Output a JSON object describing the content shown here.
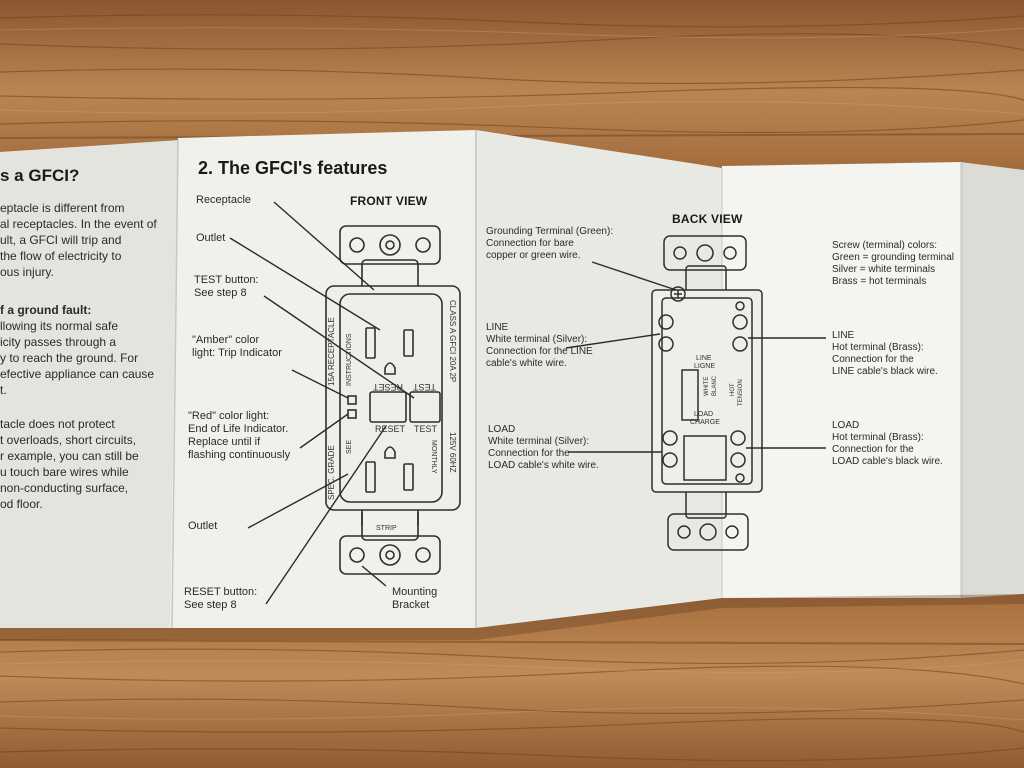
{
  "colors": {
    "wood_light": "#b27d4e",
    "wood_dark": "#7a4a24",
    "paper": "#eeeeea",
    "ink": "#2a2a2a"
  },
  "left_panel": {
    "heading": "s a GFCI?",
    "para1": [
      "eptacle is different from",
      "al receptacles. In the event of",
      "ult, a GFCI will trip and",
      "the flow of electricity to",
      "ous injury."
    ],
    "subhead": "f a ground fault:",
    "para2": [
      "llowing its normal safe",
      "icity passes through a",
      "y to reach the ground. For",
      "efective appliance can cause",
      "t."
    ],
    "para3": [
      "tacle does not protect",
      "t overloads, short circuits,",
      "r example, you can still be",
      "u touch bare wires while",
      "non-conducting surface,",
      "od floor."
    ]
  },
  "section": {
    "title": "2. The GFCI's features",
    "front_view": "FRONT VIEW",
    "back_view": "BACK VIEW"
  },
  "front_labels": {
    "receptacle": "Receptacle",
    "outlet_top": "Outlet",
    "test_button": [
      "TEST button:",
      "See step 8"
    ],
    "amber": [
      "\"Amber\" color",
      "light: Trip Indicator"
    ],
    "red": [
      "\"Red\" color light:",
      "End of Life Indicator.",
      "Replace until if",
      "flashing continuously"
    ],
    "outlet_bottom": "Outlet",
    "reset_button": [
      "RESET button:",
      "See step 8"
    ],
    "mounting": [
      "Mounting",
      "Bracket"
    ]
  },
  "device_print": {
    "reset": "RESET",
    "test": "TEST",
    "left_text": "15A RECEPTACLE",
    "instructions": "INSTRUCTIONS",
    "see": "SEE",
    "spec_grade": "SPEC. GRADE",
    "right_text": "CLASS A GFCI 20A 2P",
    "rating": "125V 60HZ",
    "monthly": "MONTHLY",
    "strip": "STRIP"
  },
  "back_labels": {
    "grounding": [
      "Grounding Terminal (Green):",
      "Connection for bare",
      "copper or green wire."
    ],
    "line_left": [
      "LINE",
      "White terminal (Silver):",
      "Connection for the LINE",
      "cable's white wire."
    ],
    "load_left": [
      "LOAD",
      "White terminal (Silver):",
      "Connection for the",
      "LOAD cable's white wire."
    ],
    "screw_colors": [
      "Screw (terminal) colors:",
      "Green = grounding terminal",
      "Silver  = white terminals",
      "Brass   = hot terminals"
    ],
    "line_right": [
      "LINE",
      "Hot terminal (Brass):",
      "Connection for the",
      "LINE cable's black wire."
    ],
    "load_right": [
      "LOAD",
      "Hot terminal (Brass):",
      "Connection for the",
      "LOAD cable's black wire."
    ]
  },
  "back_device_print": {
    "line": "LINE",
    "ligne": "LIGNE",
    "white": "WHITE",
    "blanc": "BLANC",
    "hot": "HOT",
    "tension": "TENSION",
    "load": "LOAD",
    "charge": "CHARGE"
  }
}
